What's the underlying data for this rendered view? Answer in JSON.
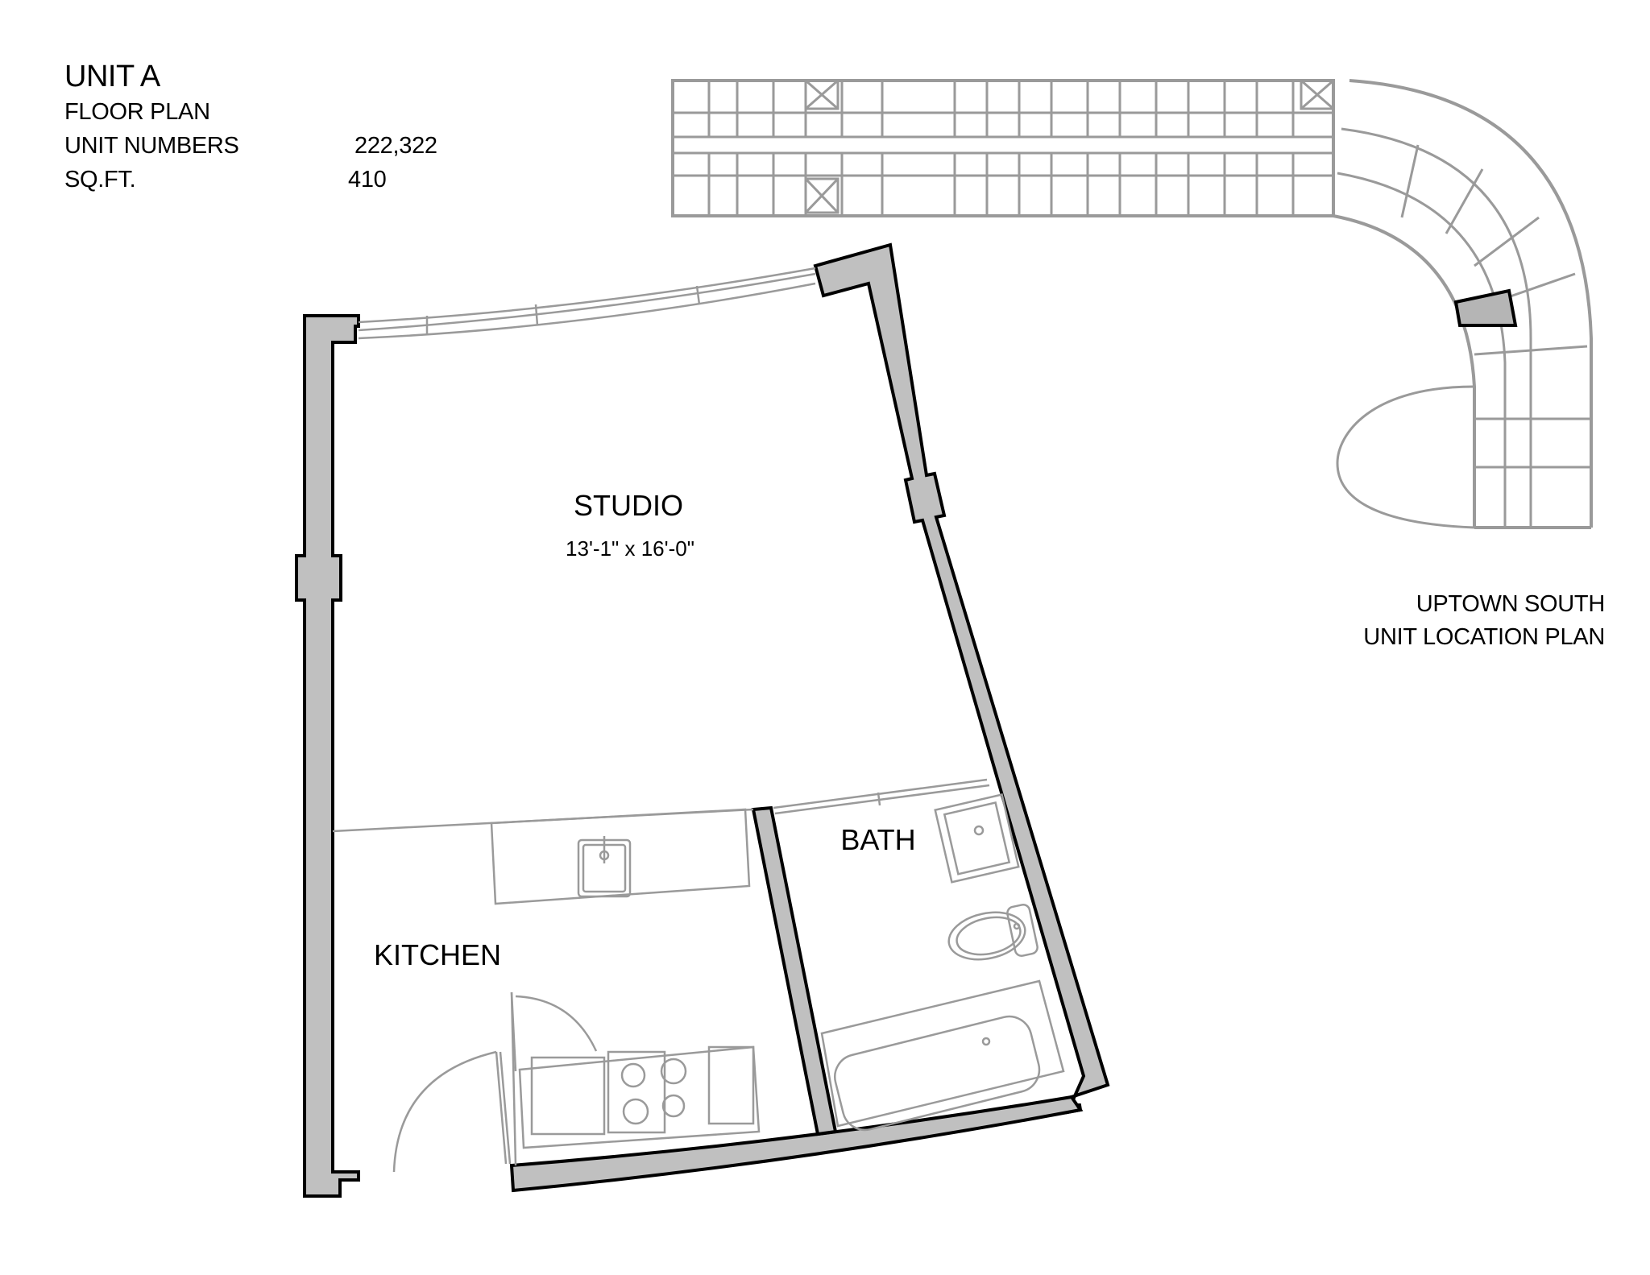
{
  "header": {
    "title": "UNIT A",
    "subtitle": "FLOOR PLAN",
    "unit_numbers_label": "UNIT NUMBERS",
    "unit_numbers_value": "222,322",
    "sqft_label": "SQ.FT.",
    "sqft_value": "410"
  },
  "rooms": [
    {
      "name": "STUDIO",
      "dimensions": "13'-1\" x 16'-0\""
    },
    {
      "name": "BATH"
    },
    {
      "name": "KITCHEN"
    }
  ],
  "location_plan": {
    "line1": "UPTOWN SOUTH",
    "line2": "UNIT LOCATION PLAN",
    "highlighted_unit": "Unit A"
  },
  "colors": {
    "wall_fill": "#c0c0c0",
    "wall_outline": "#000000",
    "fixture_line": "#9a9a9a",
    "location_plan_line": "#9a9a9a",
    "highlight_fill": "#b5b5b5"
  }
}
